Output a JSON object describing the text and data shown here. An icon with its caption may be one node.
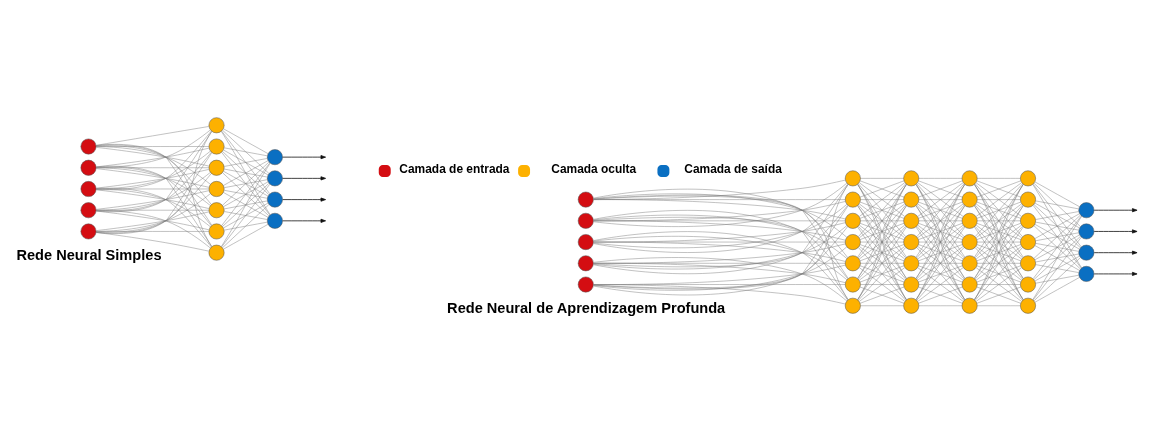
{
  "diagram": {
    "nodes": [
      {
        "text": [],
        "shape": "circle"
      },
      {
        "text": [],
        "shape": "circle"
      },
      {
        "text": [],
        "shape": "circle"
      },
      {
        "text": [],
        "shape": "circle"
      },
      {
        "text": [],
        "shape": "circle"
      },
      {
        "text": [],
        "shape": "circle"
      },
      {
        "text": [],
        "shape": "circle"
      },
      {
        "text": [],
        "shape": "circle"
      },
      {
        "text": [],
        "shape": "circle"
      },
      {
        "text": [],
        "shape": "circle"
      },
      {
        "text": [],
        "shape": "circle"
      },
      {
        "text": [],
        "shape": "circle"
      },
      {
        "text": [],
        "shape": "circle"
      },
      {
        "text": [],
        "shape": "circle"
      },
      {
        "text": [],
        "shape": "circle"
      },
      {
        "text": [],
        "shape": "circle"
      },
      {
        "text": [],
        "shape": "circle"
      },
      {
        "text": [],
        "shape": "circle"
      },
      {
        "text": [],
        "shape": "circle"
      },
      {
        "text": [],
        "shape": "circle"
      },
      {
        "text": [],
        "shape": "circle"
      },
      {
        "text": [],
        "shape": "circle"
      },
      {
        "text": [],
        "shape": "circle"
      },
      {
        "text": [],
        "shape": "circle"
      },
      {
        "text": [],
        "shape": "circle"
      },
      {
        "text": [],
        "shape": "circle"
      },
      {
        "text": [],
        "shape": "circle"
      },
      {
        "text": [],
        "shape": "circle"
      },
      {
        "text": [],
        "shape": "circle"
      },
      {
        "text": [],
        "shape": "circle"
      },
      {
        "text": [],
        "shape": "circle"
      },
      {
        "text": [],
        "shape": "circle"
      },
      {
        "text": [],
        "shape": "circle"
      },
      {
        "text": [],
        "shape": "circle"
      },
      {
        "text": [],
        "shape": "circle"
      },
      {
        "text": [],
        "shape": "circle"
      },
      {
        "text": [],
        "shape": "circle"
      },
      {
        "text": [],
        "shape": "circle"
      },
      {
        "text": [],
        "shape": "circle"
      },
      {
        "text": [],
        "shape": "circle"
      },
      {
        "text": [],
        "shape": "circle"
      },
      {
        "text": [],
        "shape": "circle"
      },
      {
        "text": [],
        "shape": "circle"
      },
      {
        "text": [],
        "shape": "circle"
      },
      {
        "text": [],
        "shape": "circle"
      },
      {
        "text": [],
        "shape": "circle"
      },
      {
        "text": [],
        "shape": "circle"
      },
      {
        "text": [],
        "shape": "circle"
      },
      {
        "text": [],
        "shape": "circle"
      },
      {
        "text": [],
        "shape": "circle"
      },
      {
        "text": [],
        "shape": "circle"
      },
      {
        "text": [],
        "shape": "circle"
      },
      {
        "text": [],
        "shape": "circle"
      }
    ],
    "edges": [
      {
        "from": 0,
        "to": 5,
        "arrow": "none"
      },
      {
        "from": 0,
        "to": 6,
        "arrow": "none"
      },
      {
        "from": 0,
        "to": 7,
        "arrow": "none"
      },
      {
        "from": 0,
        "to": 8,
        "arrow": "none"
      },
      {
        "from": 0,
        "to": 9,
        "arrow": "none"
      },
      {
        "from": 0,
        "to": 10,
        "arrow": "none"
      },
      {
        "from": 0,
        "to": 11,
        "arrow": "none"
      },
      {
        "from": 1,
        "to": 5,
        "arrow": "none"
      },
      {
        "from": 1,
        "to": 6,
        "arrow": "none"
      },
      {
        "from": 1,
        "to": 7,
        "arrow": "none"
      },
      {
        "from": 1,
        "to": 8,
        "arrow": "none"
      },
      {
        "from": 1,
        "to": 9,
        "arrow": "none"
      },
      {
        "from": 1,
        "to": 10,
        "arrow": "none"
      },
      {
        "from": 1,
        "to": 11,
        "arrow": "none"
      },
      {
        "from": 2,
        "to": 5,
        "arrow": "none"
      },
      {
        "from": 2,
        "to": 6,
        "arrow": "none"
      },
      {
        "from": 2,
        "to": 7,
        "arrow": "none"
      },
      {
        "from": 2,
        "to": 8,
        "arrow": "none"
      },
      {
        "from": 2,
        "to": 9,
        "arrow": "none"
      },
      {
        "from": 2,
        "to": 10,
        "arrow": "none"
      },
      {
        "from": 2,
        "to": 11,
        "arrow": "none"
      },
      {
        "from": 3,
        "to": 5,
        "arrow": "none"
      },
      {
        "from": 3,
        "to": 6,
        "arrow": "none"
      },
      {
        "from": 3,
        "to": 7,
        "arrow": "none"
      },
      {
        "from": 3,
        "to": 8,
        "arrow": "none"
      },
      {
        "from": 3,
        "to": 9,
        "arrow": "none"
      },
      {
        "from": 3,
        "to": 10,
        "arrow": "none"
      },
      {
        "from": 3,
        "to": 11,
        "arrow": "none"
      },
      {
        "from": 4,
        "to": 5,
        "arrow": "none"
      },
      {
        "from": 4,
        "to": 6,
        "arrow": "none"
      },
      {
        "from": 4,
        "to": 7,
        "arrow": "none"
      },
      {
        "from": 4,
        "to": 8,
        "arrow": "none"
      },
      {
        "from": 4,
        "to": 9,
        "arrow": "none"
      },
      {
        "from": 4,
        "to": 10,
        "arrow": "none"
      },
      {
        "from": 4,
        "to": 11,
        "arrow": "none"
      },
      {
        "from": 5,
        "to": 12,
        "arrow": "none"
      },
      {
        "from": 5,
        "to": 13,
        "arrow": "none"
      },
      {
        "from": 5,
        "to": 14,
        "arrow": "none"
      },
      {
        "from": 5,
        "to": 15,
        "arrow": "none"
      },
      {
        "from": 6,
        "to": 12,
        "arrow": "none"
      },
      {
        "from": 6,
        "to": 13,
        "arrow": "none"
      },
      {
        "from": 6,
        "to": 14,
        "arrow": "none"
      },
      {
        "from": 6,
        "to": 15,
        "arrow": "none"
      },
      {
        "from": 7,
        "to": 12,
        "arrow": "none"
      },
      {
        "from": 7,
        "to": 13,
        "arrow": "none"
      },
      {
        "from": 7,
        "to": 14,
        "arrow": "none"
      },
      {
        "from": 7,
        "to": 15,
        "arrow": "none"
      },
      {
        "from": 8,
        "to": 12,
        "arrow": "none"
      },
      {
        "from": 8,
        "to": 13,
        "arrow": "none"
      },
      {
        "from": 8,
        "to": 14,
        "arrow": "none"
      },
      {
        "from": 8,
        "to": 15,
        "arrow": "none"
      },
      {
        "from": 9,
        "to": 12,
        "arrow": "none"
      },
      {
        "from": 9,
        "to": 13,
        "arrow": "none"
      },
      {
        "from": 9,
        "to": 14,
        "arrow": "none"
      },
      {
        "from": 9,
        "to": 15,
        "arrow": "none"
      },
      {
        "from": 10,
        "to": 12,
        "arrow": "none"
      },
      {
        "from": 10,
        "to": 13,
        "arrow": "none"
      },
      {
        "from": 10,
        "to": 14,
        "arrow": "none"
      },
      {
        "from": 10,
        "to": 15,
        "arrow": "none"
      },
      {
        "from": 11,
        "to": 12,
        "arrow": "none"
      },
      {
        "from": 11,
        "to": 13,
        "arrow": "none"
      },
      {
        "from": 11,
        "to": 14,
        "arrow": "none"
      },
      {
        "from": 11,
        "to": 15,
        "arrow": "none"
      },
      {
        "from": 12,
        "to": null,
        "arrow": "to",
        "color": "#111111"
      },
      {
        "from": 13,
        "to": null,
        "arrow": "to",
        "color": "#111111"
      },
      {
        "from": 14,
        "to": null,
        "arrow": "to",
        "color": "#111111"
      },
      {
        "from": 15,
        "to": null,
        "arrow": "to",
        "color": "#111111"
      },
      {
        "from": 16,
        "to": 21,
        "arrow": "none"
      },
      {
        "from": 16,
        "to": 22,
        "arrow": "none"
      },
      {
        "from": 16,
        "to": 23,
        "arrow": "none"
      },
      {
        "from": 16,
        "to": 24,
        "arrow": "none"
      },
      {
        "from": 16,
        "to": 25,
        "arrow": "none"
      },
      {
        "from": 16,
        "to": 26,
        "arrow": "none"
      },
      {
        "from": 16,
        "to": 27,
        "arrow": "none"
      },
      {
        "from": 17,
        "to": 21,
        "arrow": "none"
      },
      {
        "from": 17,
        "to": 22,
        "arrow": "none"
      },
      {
        "from": 17,
        "to": 23,
        "arrow": "none"
      },
      {
        "from": 17,
        "to": 24,
        "arrow": "none"
      },
      {
        "from": 17,
        "to": 25,
        "arrow": "none"
      },
      {
        "from": 17,
        "to": 26,
        "arrow": "none"
      },
      {
        "from": 17,
        "to": 27,
        "arrow": "none"
      },
      {
        "from": 18,
        "to": 21,
        "arrow": "none"
      },
      {
        "from": 18,
        "to": 22,
        "arrow": "none"
      },
      {
        "from": 18,
        "to": 23,
        "arrow": "none"
      },
      {
        "from": 18,
        "to": 24,
        "arrow": "none"
      },
      {
        "from": 18,
        "to": 25,
        "arrow": "none"
      },
      {
        "from": 18,
        "to": 26,
        "arrow": "none"
      },
      {
        "from": 18,
        "to": 27,
        "arrow": "none"
      },
      {
        "from": 19,
        "to": 21,
        "arrow": "none"
      },
      {
        "from": 19,
        "to": 22,
        "arrow": "none"
      },
      {
        "from": 19,
        "to": 23,
        "arrow": "none"
      },
      {
        "from": 19,
        "to": 24,
        "arrow": "none"
      },
      {
        "from": 19,
        "to": 25,
        "arrow": "none"
      },
      {
        "from": 19,
        "to": 26,
        "arrow": "none"
      },
      {
        "from": 19,
        "to": 27,
        "arrow": "none"
      },
      {
        "from": 20,
        "to": 21,
        "arrow": "none"
      },
      {
        "from": 20,
        "to": 22,
        "arrow": "none"
      },
      {
        "from": 20,
        "to": 23,
        "arrow": "none"
      },
      {
        "from": 20,
        "to": 24,
        "arrow": "none"
      },
      {
        "from": 20,
        "to": 25,
        "arrow": "none"
      },
      {
        "from": 20,
        "to": 26,
        "arrow": "none"
      },
      {
        "from": 20,
        "to": 27,
        "arrow": "none"
      },
      {
        "from": 21,
        "to": 28,
        "arrow": "none"
      },
      {
        "from": 21,
        "to": 29,
        "arrow": "none"
      },
      {
        "from": 21,
        "to": 30,
        "arrow": "none"
      },
      {
        "from": 21,
        "to": 31,
        "arrow": "none"
      },
      {
        "from": 21,
        "to": 32,
        "arrow": "none"
      },
      {
        "from": 21,
        "to": 33,
        "arrow": "none"
      },
      {
        "from": 21,
        "to": 34,
        "arrow": "none"
      },
      {
        "from": 22,
        "to": 28,
        "arrow": "none"
      },
      {
        "from": 22,
        "to": 29,
        "arrow": "none"
      },
      {
        "from": 22,
        "to": 30,
        "arrow": "none"
      },
      {
        "from": 22,
        "to": 31,
        "arrow": "none"
      },
      {
        "from": 22,
        "to": 32,
        "arrow": "none"
      },
      {
        "from": 22,
        "to": 33,
        "arrow": "none"
      },
      {
        "from": 22,
        "to": 34,
        "arrow": "none"
      },
      {
        "from": 23,
        "to": 28,
        "arrow": "none"
      },
      {
        "from": 23,
        "to": 29,
        "arrow": "none"
      },
      {
        "from": 23,
        "to": 30,
        "arrow": "none"
      },
      {
        "from": 23,
        "to": 31,
        "arrow": "none"
      },
      {
        "from": 23,
        "to": 32,
        "arrow": "none"
      },
      {
        "from": 23,
        "to": 33,
        "arrow": "none"
      },
      {
        "from": 23,
        "to": 34,
        "arrow": "none"
      },
      {
        "from": 24,
        "to": 28,
        "arrow": "none"
      },
      {
        "from": 24,
        "to": 29,
        "arrow": "none"
      },
      {
        "from": 24,
        "to": 30,
        "arrow": "none"
      },
      {
        "from": 24,
        "to": 31,
        "arrow": "none"
      },
      {
        "from": 24,
        "to": 32,
        "arrow": "none"
      },
      {
        "from": 24,
        "to": 33,
        "arrow": "none"
      },
      {
        "from": 24,
        "to": 34,
        "arrow": "none"
      },
      {
        "from": 25,
        "to": 28,
        "arrow": "none"
      },
      {
        "from": 25,
        "to": 29,
        "arrow": "none"
      },
      {
        "from": 25,
        "to": 30,
        "arrow": "none"
      },
      {
        "from": 25,
        "to": 31,
        "arrow": "none"
      },
      {
        "from": 25,
        "to": 32,
        "arrow": "none"
      },
      {
        "from": 25,
        "to": 33,
        "arrow": "none"
      },
      {
        "from": 25,
        "to": 34,
        "arrow": "none"
      },
      {
        "from": 26,
        "to": 28,
        "arrow": "none"
      },
      {
        "from": 26,
        "to": 29,
        "arrow": "none"
      },
      {
        "from": 26,
        "to": 30,
        "arrow": "none"
      },
      {
        "from": 26,
        "to": 31,
        "arrow": "none"
      },
      {
        "from": 26,
        "to": 32,
        "arrow": "none"
      },
      {
        "from": 26,
        "to": 33,
        "arrow": "none"
      },
      {
        "from": 26,
        "to": 34,
        "arrow": "none"
      },
      {
        "from": 27,
        "to": 28,
        "arrow": "none"
      },
      {
        "from": 27,
        "to": 29,
        "arrow": "none"
      },
      {
        "from": 27,
        "to": 30,
        "arrow": "none"
      },
      {
        "from": 27,
        "to": 31,
        "arrow": "none"
      },
      {
        "from": 27,
        "to": 32,
        "arrow": "none"
      },
      {
        "from": 27,
        "to": 33,
        "arrow": "none"
      },
      {
        "from": 27,
        "to": 34,
        "arrow": "none"
      },
      {
        "from": 28,
        "to": 35,
        "arrow": "none"
      },
      {
        "from": 28,
        "to": 36,
        "arrow": "none"
      },
      {
        "from": 28,
        "to": 37,
        "arrow": "none"
      },
      {
        "from": 28,
        "to": 38,
        "arrow": "none"
      },
      {
        "from": 28,
        "to": 39,
        "arrow": "none"
      },
      {
        "from": 28,
        "to": 40,
        "arrow": "none"
      },
      {
        "from": 28,
        "to": 41,
        "arrow": "none"
      },
      {
        "from": 29,
        "to": 35,
        "arrow": "none"
      },
      {
        "from": 29,
        "to": 36,
        "arrow": "none"
      },
      {
        "from": 29,
        "to": 37,
        "arrow": "none"
      },
      {
        "from": 29,
        "to": 38,
        "arrow": "none"
      },
      {
        "from": 29,
        "to": 39,
        "arrow": "none"
      },
      {
        "from": 29,
        "to": 40,
        "arrow": "none"
      },
      {
        "from": 29,
        "to": 41,
        "arrow": "none"
      },
      {
        "from": 30,
        "to": 35,
        "arrow": "none"
      },
      {
        "from": 30,
        "to": 36,
        "arrow": "none"
      },
      {
        "from": 30,
        "to": 37,
        "arrow": "none"
      },
      {
        "from": 30,
        "to": 38,
        "arrow": "none"
      },
      {
        "from": 30,
        "to": 39,
        "arrow": "none"
      },
      {
        "from": 30,
        "to": 40,
        "arrow": "none"
      },
      {
        "from": 30,
        "to": 41,
        "arrow": "none"
      },
      {
        "from": 31,
        "to": 35,
        "arrow": "none"
      },
      {
        "from": 31,
        "to": 36,
        "arrow": "none"
      },
      {
        "from": 31,
        "to": 37,
        "arrow": "none"
      },
      {
        "from": 31,
        "to": 38,
        "arrow": "none"
      },
      {
        "from": 31,
        "to": 39,
        "arrow": "none"
      },
      {
        "from": 31,
        "to": 40,
        "arrow": "none"
      },
      {
        "from": 31,
        "to": 41,
        "arrow": "none"
      },
      {
        "from": 32,
        "to": 35,
        "arrow": "none"
      },
      {
        "from": 32,
        "to": 36,
        "arrow": "none"
      },
      {
        "from": 32,
        "to": 37,
        "arrow": "none"
      },
      {
        "from": 32,
        "to": 38,
        "arrow": "none"
      },
      {
        "from": 32,
        "to": 39,
        "arrow": "none"
      },
      {
        "from": 32,
        "to": 40,
        "arrow": "none"
      },
      {
        "from": 32,
        "to": 41,
        "arrow": "none"
      },
      {
        "from": 33,
        "to": 35,
        "arrow": "none"
      },
      {
        "from": 33,
        "to": 36,
        "arrow": "none"
      },
      {
        "from": 33,
        "to": 37,
        "arrow": "none"
      },
      {
        "from": 33,
        "to": 38,
        "arrow": "none"
      },
      {
        "from": 33,
        "to": 39,
        "arrow": "none"
      },
      {
        "from": 33,
        "to": 40,
        "arrow": "none"
      },
      {
        "from": 33,
        "to": 41,
        "arrow": "none"
      },
      {
        "from": 34,
        "to": 35,
        "arrow": "none"
      },
      {
        "from": 34,
        "to": 36,
        "arrow": "none"
      },
      {
        "from": 34,
        "to": 37,
        "arrow": "none"
      },
      {
        "from": 34,
        "to": 38,
        "arrow": "none"
      },
      {
        "from": 34,
        "to": 39,
        "arrow": "none"
      },
      {
        "from": 34,
        "to": 40,
        "arrow": "none"
      },
      {
        "from": 34,
        "to": 41,
        "arrow": "none"
      },
      {
        "from": 35,
        "to": 42,
        "arrow": "none"
      },
      {
        "from": 35,
        "to": 43,
        "arrow": "none"
      },
      {
        "from": 35,
        "to": 44,
        "arrow": "none"
      },
      {
        "from": 35,
        "to": 45,
        "arrow": "none"
      },
      {
        "from": 35,
        "to": 46,
        "arrow": "none"
      },
      {
        "from": 35,
        "to": 47,
        "arrow": "none"
      },
      {
        "from": 35,
        "to": 48,
        "arrow": "none"
      },
      {
        "from": 36,
        "to": 42,
        "arrow": "none"
      },
      {
        "from": 36,
        "to": 43,
        "arrow": "none"
      },
      {
        "from": 36,
        "to": 44,
        "arrow": "none"
      },
      {
        "from": 36,
        "to": 45,
        "arrow": "none"
      },
      {
        "from": 36,
        "to": 46,
        "arrow": "none"
      },
      {
        "from": 36,
        "to": 47,
        "arrow": "none"
      },
      {
        "from": 36,
        "to": 48,
        "arrow": "none"
      },
      {
        "from": 37,
        "to": 42,
        "arrow": "none"
      },
      {
        "from": 37,
        "to": 43,
        "arrow": "none"
      },
      {
        "from": 37,
        "to": 44,
        "arrow": "none"
      },
      {
        "from": 37,
        "to": 45,
        "arrow": "none"
      },
      {
        "from": 37,
        "to": 46,
        "arrow": "none"
      },
      {
        "from": 37,
        "to": 47,
        "arrow": "none"
      },
      {
        "from": 37,
        "to": 48,
        "arrow": "none"
      },
      {
        "from": 38,
        "to": 42,
        "arrow": "none"
      },
      {
        "from": 38,
        "to": 43,
        "arrow": "none"
      },
      {
        "from": 38,
        "to": 44,
        "arrow": "none"
      },
      {
        "from": 38,
        "to": 45,
        "arrow": "none"
      },
      {
        "from": 38,
        "to": 46,
        "arrow": "none"
      },
      {
        "from": 38,
        "to": 47,
        "arrow": "none"
      },
      {
        "from": 38,
        "to": 48,
        "arrow": "none"
      },
      {
        "from": 39,
        "to": 42,
        "arrow": "none"
      },
      {
        "from": 39,
        "to": 43,
        "arrow": "none"
      },
      {
        "from": 39,
        "to": 44,
        "arrow": "none"
      },
      {
        "from": 39,
        "to": 45,
        "arrow": "none"
      },
      {
        "from": 39,
        "to": 46,
        "arrow": "none"
      },
      {
        "from": 39,
        "to": 47,
        "arrow": "none"
      },
      {
        "from": 39,
        "to": 48,
        "arrow": "none"
      },
      {
        "from": 40,
        "to": 42,
        "arrow": "none"
      },
      {
        "from": 40,
        "to": 43,
        "arrow": "none"
      },
      {
        "from": 40,
        "to": 44,
        "arrow": "none"
      },
      {
        "from": 40,
        "to": 45,
        "arrow": "none"
      },
      {
        "from": 40,
        "to": 46,
        "arrow": "none"
      },
      {
        "from": 40,
        "to": 47,
        "arrow": "none"
      },
      {
        "from": 40,
        "to": 48,
        "arrow": "none"
      },
      {
        "from": 41,
        "to": 42,
        "arrow": "none"
      },
      {
        "from": 41,
        "to": 43,
        "arrow": "none"
      },
      {
        "from": 41,
        "to": 44,
        "arrow": "none"
      },
      {
        "from": 41,
        "to": 45,
        "arrow": "none"
      },
      {
        "from": 41,
        "to": 46,
        "arrow": "none"
      },
      {
        "from": 41,
        "to": 47,
        "arrow": "none"
      },
      {
        "from": 41,
        "to": 48,
        "arrow": "none"
      },
      {
        "from": 42,
        "to": 49,
        "arrow": "none"
      },
      {
        "from": 42,
        "to": 50,
        "arrow": "none"
      },
      {
        "from": 42,
        "to": 51,
        "arrow": "none"
      },
      {
        "from": 42,
        "to": 52,
        "arrow": "none"
      },
      {
        "from": 43,
        "to": 49,
        "arrow": "none"
      },
      {
        "from": 43,
        "to": 50,
        "arrow": "none"
      },
      {
        "from": 43,
        "to": 51,
        "arrow": "none"
      },
      {
        "from": 43,
        "to": 52,
        "arrow": "none"
      },
      {
        "from": 44,
        "to": 49,
        "arrow": "none"
      },
      {
        "from": 44,
        "to": 50,
        "arrow": "none"
      },
      {
        "from": 44,
        "to": 51,
        "arrow": "none"
      },
      {
        "from": 44,
        "to": 52,
        "arrow": "none"
      },
      {
        "from": 45,
        "to": 49,
        "arrow": "none"
      },
      {
        "from": 45,
        "to": 50,
        "arrow": "none"
      },
      {
        "from": 45,
        "to": 51,
        "arrow": "none"
      },
      {
        "from": 45,
        "to": 52,
        "arrow": "none"
      },
      {
        "from": 46,
        "to": 49,
        "arrow": "none"
      },
      {
        "from": 46,
        "to": 50,
        "arrow": "none"
      },
      {
        "from": 46,
        "to": 51,
        "arrow": "none"
      },
      {
        "from": 46,
        "to": 52,
        "arrow": "none"
      },
      {
        "from": 47,
        "to": 49,
        "arrow": "none"
      },
      {
        "from": 47,
        "to": 50,
        "arrow": "none"
      },
      {
        "from": 47,
        "to": 51,
        "arrow": "none"
      },
      {
        "from": 47,
        "to": 52,
        "arrow": "none"
      },
      {
        "from": 48,
        "to": 49,
        "arrow": "none"
      },
      {
        "from": 48,
        "to": 50,
        "arrow": "none"
      },
      {
        "from": 48,
        "to": 51,
        "arrow": "none"
      },
      {
        "from": 48,
        "to": 52,
        "arrow": "none"
      },
      {
        "from": 49,
        "to": null,
        "arrow": "to",
        "color": "#111111"
      },
      {
        "from": 50,
        "to": null,
        "arrow": "to",
        "color": "#111111"
      },
      {
        "from": 51,
        "to": null,
        "arrow": "to",
        "color": "#111111"
      },
      {
        "from": 52,
        "to": null,
        "arrow": "to",
        "color": "#111111"
      }
    ],
    "labels": [
      "Rede Neural Simples",
      "Rede Neural de Aprendizagem Profunda"
    ],
    "legend": [
      {
        "text": "Camada de entrada",
        "color": "#d40d12"
      },
      {
        "text": "Camada oculta",
        "color": "#fdb100"
      },
      {
        "text": "Camada de saída",
        "color": "#0a6fc2"
      }
    ]
  }
}
